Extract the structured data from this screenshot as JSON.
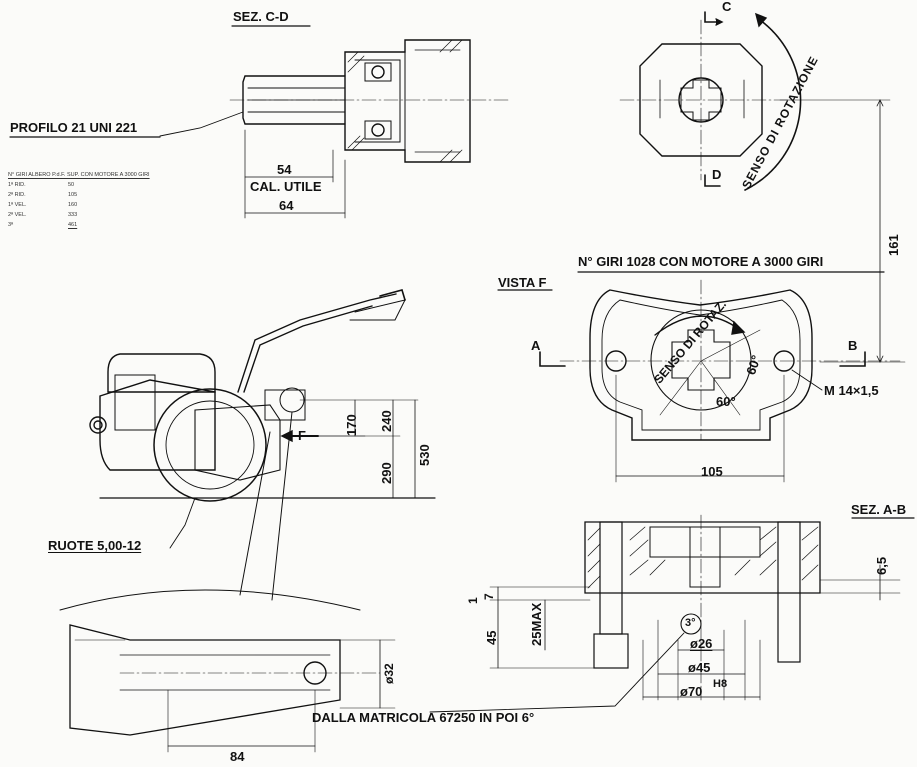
{
  "drawing": {
    "sections": {
      "sec_cd": "SEZ. C-D",
      "sec_ab": "SEZ. A-B",
      "vista_f": "VISTA F"
    },
    "labels": {
      "profilo": "PROFILO 21 UNI 221",
      "cal_utile": "CAL. UTILE",
      "senso_rotazione": "SENSO DI ROTAZIONE",
      "senso_rotaz": "SENSO DI ROTAZ.",
      "giri": "N° GIRI 1028 CON MOTORE A 3000 GIRI",
      "ruote": "RUOTE 5,00-12",
      "matricola": "DALLA MATRICOLA 67250 IN POI 6°",
      "thread": "M 14×1,5",
      "section_marks": [
        "C",
        "D",
        "A",
        "B",
        "F"
      ]
    },
    "speed_table": {
      "header": "N° GIRI ALBERO P.d.F. SUP. CON MOTORE A 3000 GIRI",
      "rows": [
        {
          "gear": "1ª RID.",
          "rpm": "50"
        },
        {
          "gear": "2ª RID.",
          "rpm": "105"
        },
        {
          "gear": "1ª VEL.",
          "rpm": "160"
        },
        {
          "gear": "2ª VEL.",
          "rpm": "333"
        },
        {
          "gear": "3ª",
          "rpm": "461"
        }
      ]
    },
    "dimensions": {
      "d54": "54",
      "d64": "64",
      "d161": "161",
      "d170": "170",
      "d240": "240",
      "d290": "290",
      "d530": "530",
      "d105": "105",
      "angle60a": "60°",
      "angle60b": "60°",
      "d65": "6,5",
      "d7": "7",
      "d1": "1",
      "d25max": "25MAX",
      "d45": "45",
      "dia26": "ø26",
      "dia45": "ø45",
      "dia70": "ø70",
      "h8": "H8",
      "dia32": "ø32",
      "d84": "84",
      "angle3": "3°"
    }
  }
}
